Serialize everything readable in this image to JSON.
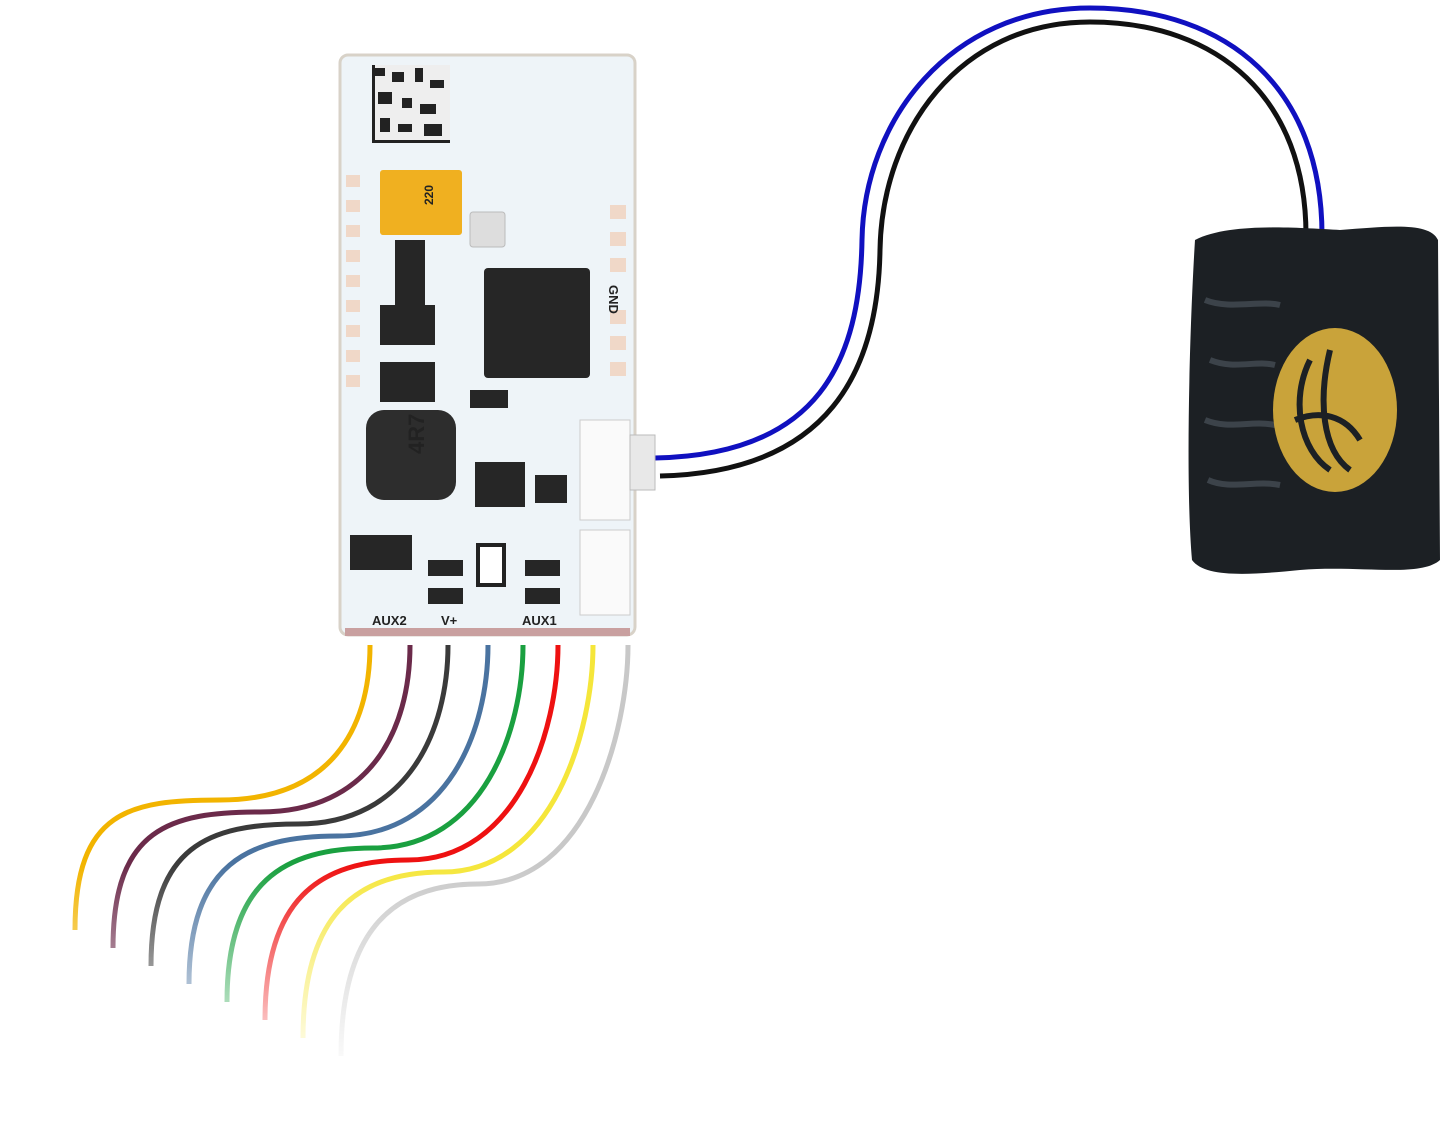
{
  "board": {
    "labels": {
      "aux2": "AUX2",
      "vplus": "V+",
      "aux1": "AUX1",
      "gnd": "GND"
    },
    "inductor_marking": "4R7",
    "capacitor_marking": "220"
  },
  "colors": {
    "pcb": "#eef4f8",
    "capacitor": "#f0b020",
    "chip": "#262626",
    "speaker": "#1c2024",
    "speaker_logo": "#c9a33a",
    "speaker_cable": [
      "#1010c0",
      "#111111"
    ],
    "harness_wires": [
      "#f2b400",
      "#6b2a4a",
      "#3a3a3a",
      "#4a73a0",
      "#1aa040",
      "#ee1111",
      "#f5e63a",
      "#c8c8c8"
    ]
  }
}
